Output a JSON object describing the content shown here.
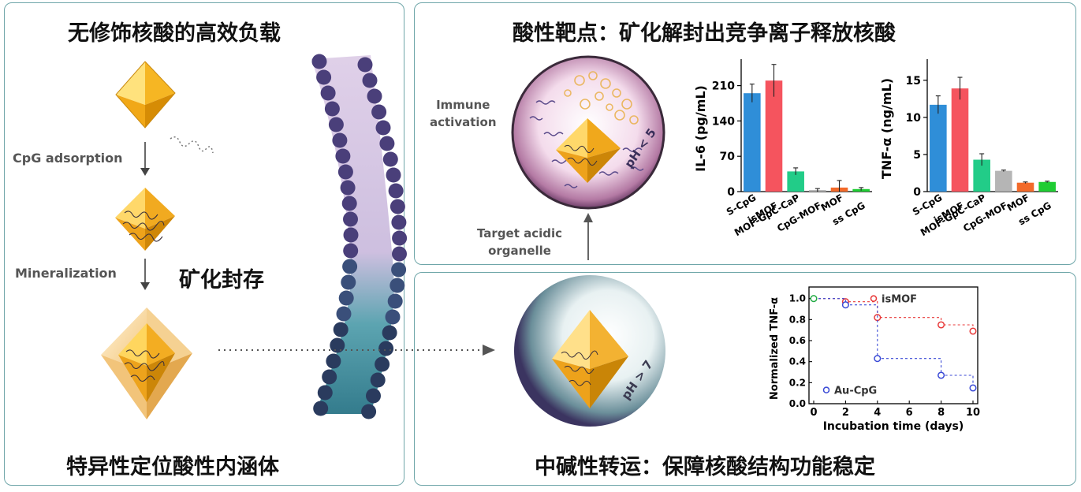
{
  "left_panel": {
    "title": "无修饰核酸的高效负载",
    "step1_label": "CpG adsorption",
    "step2_label": "Mineralization",
    "highlight": "矿化封存",
    "bottom_title": "特异性定位酸性内涵体"
  },
  "top_right": {
    "title": "酸性靶点：矿化解封出竞争离子释放核酸",
    "immune_label": [
      "Immune",
      "activation"
    ],
    "ph_label": "pH < 5",
    "target_label": [
      "Target acidic",
      "organelle"
    ]
  },
  "bottom_right": {
    "title": "中碱性转运：保障核酸结构功能稳定",
    "ph_label": "pH > 7"
  },
  "colors": {
    "panel_border": "#6fa6a9",
    "blue": "#2f8ed8",
    "red": "#f5545e",
    "green": "#22cc88",
    "gray": "#b5b5b5",
    "orange": "#f26a2a",
    "lime": "#1fcc33"
  },
  "chart_data": [
    {
      "type": "bar",
      "ylabel": "IL-6 (pg/mL)",
      "categories": [
        "S-CpG",
        "isMOF",
        "MOF-GpC-CaP",
        "CpG-MOF",
        "MOF",
        "ss CpG"
      ],
      "values": [
        195,
        220,
        40,
        3,
        8,
        5
      ],
      "errors": [
        18,
        32,
        7,
        3,
        14,
        3
      ],
      "yticks": [
        "0",
        "70",
        "140",
        "210"
      ],
      "ylim": [
        0,
        250
      ],
      "bar_colors": [
        "#2f8ed8",
        "#f5545e",
        "#22cc88",
        "#b5b5b5",
        "#f26a2a",
        "#1fcc33"
      ]
    },
    {
      "type": "bar",
      "ylabel": "TNF-α (ng/mL)",
      "categories": [
        "S-CpG",
        "isMOF",
        "MOF-GpC-CaP",
        "CpG-MOF",
        "MOF",
        "ss CpG"
      ],
      "values": [
        11.7,
        13.9,
        4.3,
        2.8,
        1.2,
        1.3
      ],
      "errors": [
        1.2,
        1.5,
        0.8,
        0.1,
        0.1,
        0.1
      ],
      "yticks": [
        "0",
        "5",
        "10",
        "15"
      ],
      "ylim": [
        0,
        17
      ],
      "bar_colors": [
        "#2f8ed8",
        "#f5545e",
        "#22cc88",
        "#b5b5b5",
        "#f26a2a",
        "#1fcc33"
      ]
    },
    {
      "type": "line",
      "xlabel": "Incubation time (days)",
      "ylabel": "Normalized TNF-α",
      "xticks": [
        "0",
        "2",
        "4",
        "6",
        "8",
        "10"
      ],
      "yticks": [
        "0.0",
        "0.2",
        "0.4",
        "0.6",
        "0.8",
        "1.0"
      ],
      "xlim": [
        0,
        10
      ],
      "ylim": [
        0,
        1.05
      ],
      "start_point": {
        "x": 0,
        "y": 1.0,
        "color": "#22aa44"
      },
      "series": [
        {
          "name": "isMOF",
          "color": "#e83a3a",
          "x": [
            2,
            4,
            8,
            10
          ],
          "y": [
            0.97,
            0.82,
            0.75,
            0.69
          ]
        },
        {
          "name": "Au-CpG",
          "color": "#3a4ad6",
          "x": [
            2,
            4,
            8,
            10
          ],
          "y": [
            0.94,
            0.43,
            0.27,
            0.15
          ]
        }
      ]
    }
  ]
}
